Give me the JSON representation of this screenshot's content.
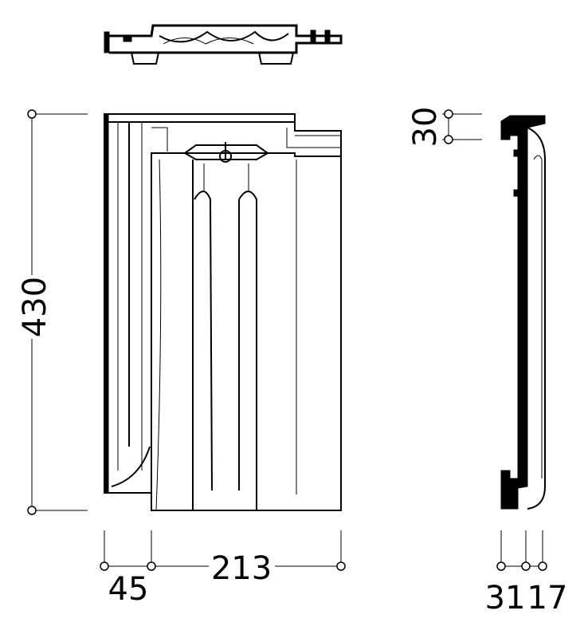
{
  "dimensions": {
    "height_total": "430",
    "overlap_top": "30",
    "width_total": "213",
    "width_side": "45",
    "profile_widths": [
      "31",
      "17"
    ]
  },
  "colors": {
    "ink": "#000000",
    "background": "#ffffff"
  }
}
